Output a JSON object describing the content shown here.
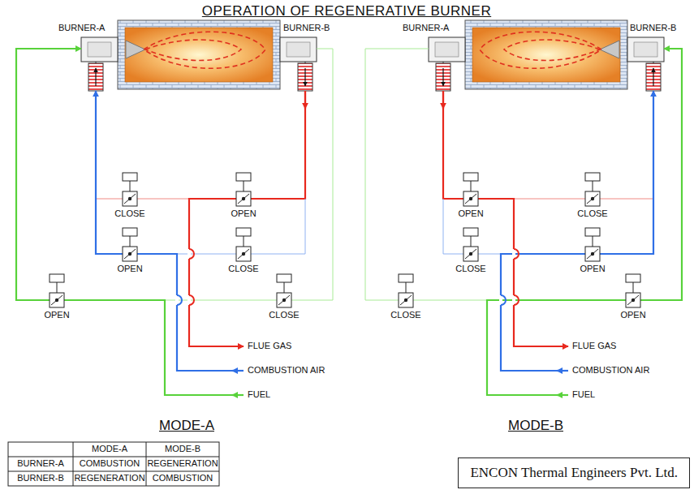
{
  "diagram": {
    "title": "OPERATION OF REGENERATIVE BURNER",
    "nodes": [
      {
        "text": [
          "ENCON Thermal Engineers Pvt. Ltd."
        ]
      }
    ],
    "labels": [
      "BURNER-A",
      "BURNER-B",
      "CLOSE",
      "OPEN",
      "OPEN",
      "CLOSE",
      "OPEN",
      "CLOSE",
      "FLUE GAS",
      "COMBUSTION AIR",
      "FUEL",
      "MODE-A",
      "BURNER-A",
      "BURNER-B",
      "OPEN",
      "CLOSE",
      "CLOSE",
      "OPEN",
      "CLOSE",
      "OPEN",
      "FLUE GAS",
      "COMBUSTION AIR",
      "FUEL",
      "MODE-B",
      "MODE-A",
      "MODE-B",
      "BURNER-A",
      "COMBUSTION",
      "REGENERATION",
      "BURNER-B",
      "REGENERATION",
      "COMBUSTION"
    ]
  }
}
